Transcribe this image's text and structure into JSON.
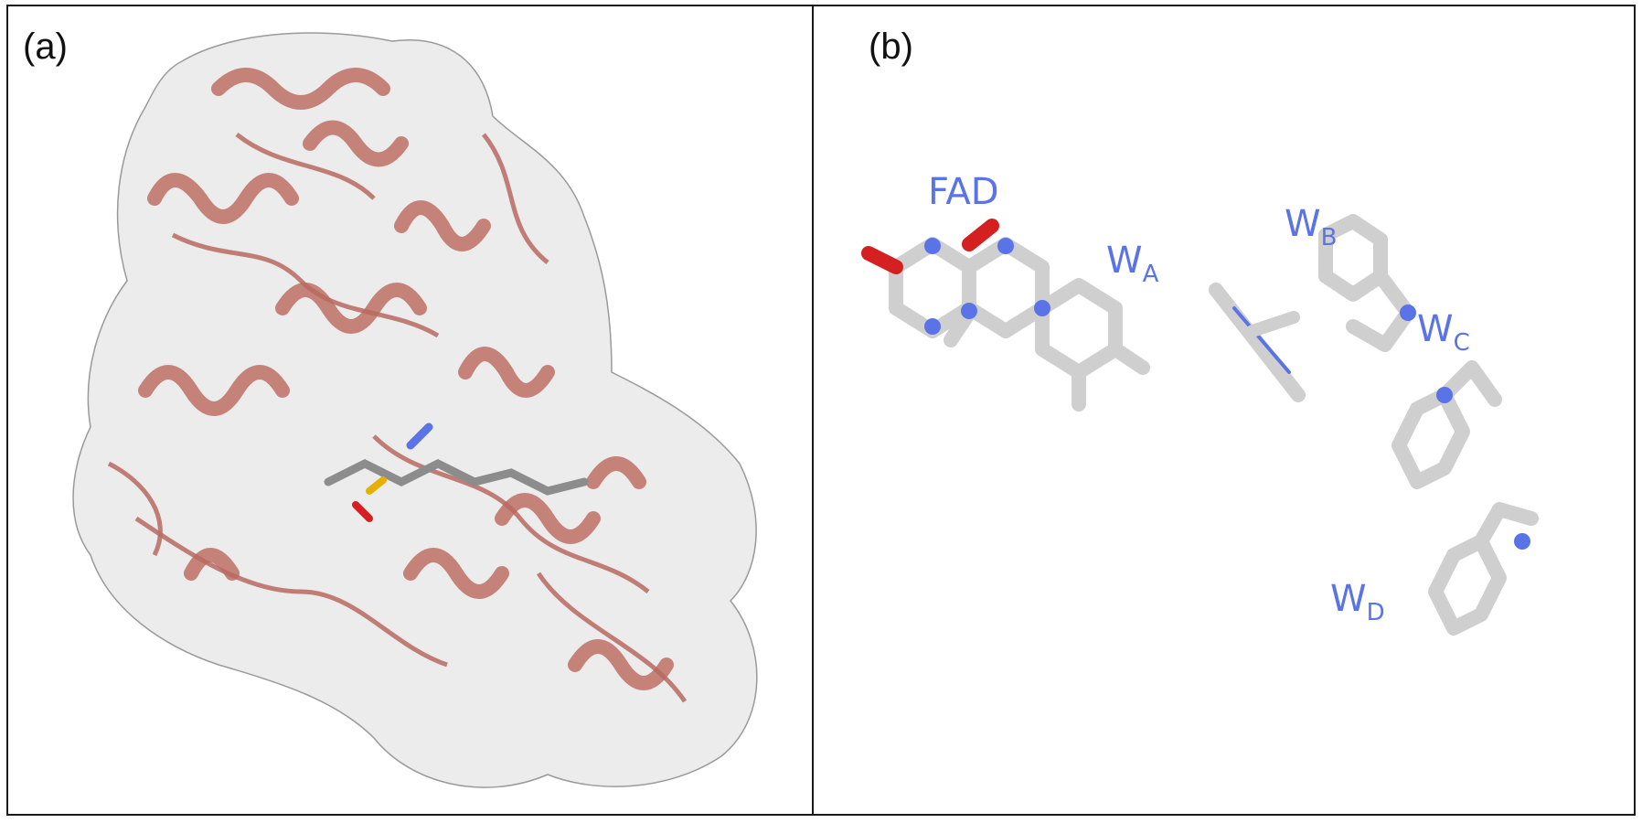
{
  "panels": [
    {
      "label": "(a)"
    },
    {
      "label": "(b)"
    }
  ],
  "molecules": {
    "fad": "FAD",
    "wa": {
      "base": "W",
      "sub": "A"
    },
    "wb": {
      "base": "W",
      "sub": "B"
    },
    "wc": {
      "base": "W",
      "sub": "C"
    },
    "wd": {
      "base": "W",
      "sub": "D"
    }
  },
  "colors": {
    "ribbon": "#c0776c",
    "surface": "#e8e8e8",
    "carbon": "#cfcfcf",
    "nitrogen": "#5a73e6",
    "oxygen": "#d42020",
    "label": "#5a73e6"
  }
}
